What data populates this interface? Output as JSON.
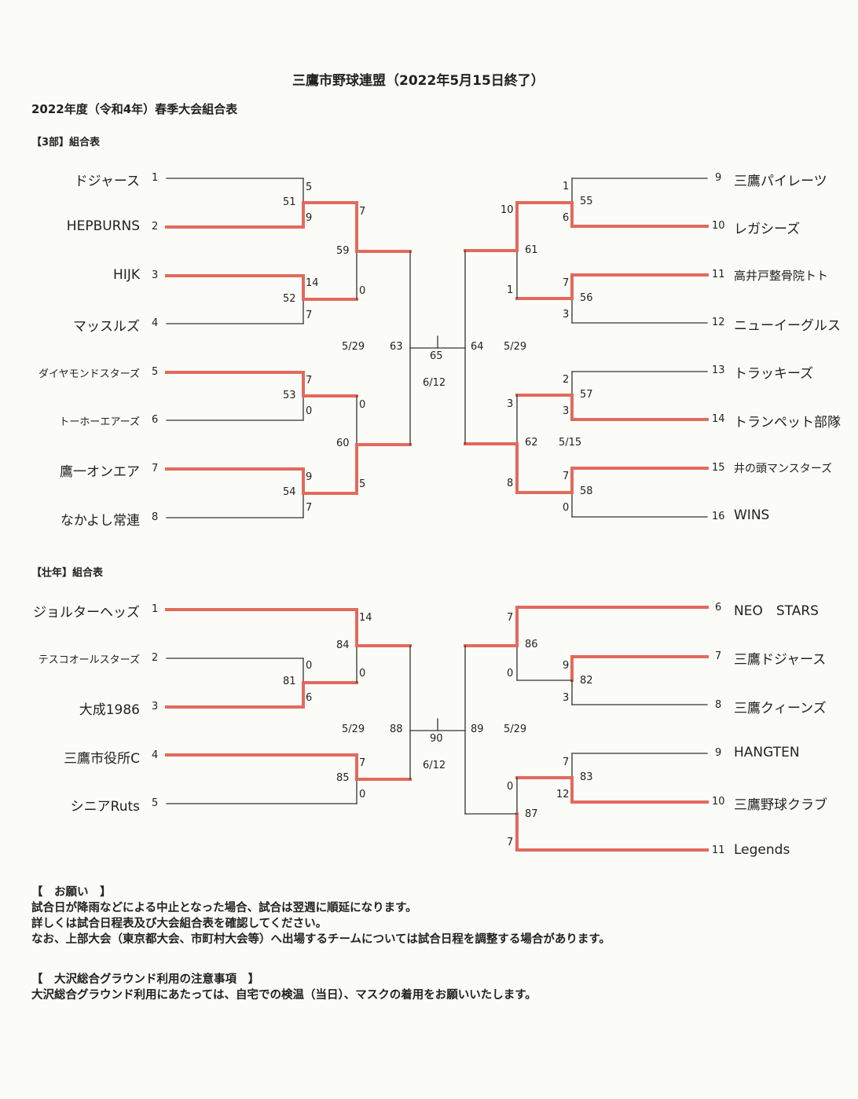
{
  "header": {
    "title": "三鷹市野球連盟（2022年5月15日終了）",
    "subtitle": "2022年度（令和4年）春季大会組合表"
  },
  "colors": {
    "winner": "#e26a5c",
    "line": "#333333"
  },
  "div3": {
    "heading": "【3部】組合表",
    "teams_left": [
      {
        "name": "ドジャース",
        "seed": "1"
      },
      {
        "name": "HEPBURNS",
        "seed": "2"
      },
      {
        "name": "HIJK",
        "seed": "3"
      },
      {
        "name": "マッスルズ",
        "seed": "4"
      },
      {
        "name": "ダイヤモンドスターズ",
        "seed": "5"
      },
      {
        "name": "トーホーエアーズ",
        "seed": "6"
      },
      {
        "name": "鷹一オンエア",
        "seed": "7"
      },
      {
        "name": "なかよし常連",
        "seed": "8"
      }
    ],
    "teams_right": [
      {
        "name": "三鷹パイレーツ",
        "seed": "9"
      },
      {
        "name": "レガシーズ",
        "seed": "10"
      },
      {
        "name": "高井戸整骨院トト",
        "seed": "11"
      },
      {
        "name": "ニューイーグルス",
        "seed": "12"
      },
      {
        "name": "トラッキーズ",
        "seed": "13"
      },
      {
        "name": "トランペット部隊",
        "seed": "14"
      },
      {
        "name": "井の頭マンスターズ",
        "seed": "15"
      },
      {
        "name": "WINS",
        "seed": "16"
      }
    ],
    "matches": {
      "m51": "51",
      "m52": "52",
      "m53": "53",
      "m54": "54",
      "m55": "55",
      "m56": "56",
      "m57": "57",
      "m58": "58",
      "m59": "59",
      "m60": "60",
      "m61": "61",
      "m62": "62",
      "m63": "63",
      "m64": "64",
      "m65": "65"
    },
    "scores": {
      "m51_a": "5",
      "m51_b": "9",
      "m52_a": "14",
      "m52_b": "7",
      "m53_a": "7",
      "m53_b": "0",
      "m54_a": "9",
      "m54_b": "7",
      "m59_a": "7",
      "m59_b": "0",
      "m60_a": "0",
      "m60_b": "5",
      "m55_a": "1",
      "m55_b": "6",
      "m56_a": "7",
      "m56_b": "3",
      "m57_a": "2",
      "m57_b": "3",
      "m58_a": "7",
      "m58_b": "0",
      "m61_a": "10",
      "m61_b": "1",
      "m62_a": "3",
      "m62_b": "8"
    },
    "dates": {
      "left_semi": "5/29",
      "right_semi": "5/29",
      "final": "6/12",
      "m62": "5/15"
    }
  },
  "senior": {
    "heading": "【壮年】組合表",
    "teams_left": [
      {
        "name": "ジョルターヘッズ",
        "seed": "1"
      },
      {
        "name": "テスコオールスターズ",
        "seed": "2"
      },
      {
        "name": "大成1986",
        "seed": "3"
      },
      {
        "name": "三鷹市役所C",
        "seed": "4"
      },
      {
        "name": "シニアRuts",
        "seed": "5"
      }
    ],
    "teams_right": [
      {
        "name": "NEO　STARS",
        "seed": "6"
      },
      {
        "name": "三鷹ドジャース",
        "seed": "7"
      },
      {
        "name": "三鷹クィーンズ",
        "seed": "8"
      },
      {
        "name": "HANGTEN",
        "seed": "9"
      },
      {
        "name": "三鷹野球クラブ",
        "seed": "10"
      },
      {
        "name": "Legends",
        "seed": "11"
      }
    ],
    "matches": {
      "m81": "81",
      "m82": "82",
      "m83": "83",
      "m84": "84",
      "m85": "85",
      "m86": "86",
      "m87": "87",
      "m88": "88",
      "m89": "89",
      "m90": "90"
    },
    "scores": {
      "m84_a": "14",
      "m84_b": "0",
      "m81_a": "0",
      "m81_b": "6",
      "m85_a": "7",
      "m85_b": "0",
      "m82_a": "9",
      "m82_b": "3",
      "m86_a": "7",
      "m86_b": "0",
      "m83_a": "7",
      "m83_b": "12",
      "m87_a": "0",
      "m87_b": "7"
    },
    "dates": {
      "left_semi": "5/29",
      "right_semi": "5/29",
      "final": "6/12"
    }
  },
  "notes": {
    "request_heading": "【　お願い　】",
    "request_lines": [
      "試合日が降雨などによる中止となった場合、試合は翌週に順延になります。",
      "詳しくは試合日程表及び大会組合表を確認してください。",
      "なお、上部大会（東京都大会、市町村大会等）へ出場するチームについては試合日程を調整する場合があります。"
    ],
    "ground_heading": "【　大沢総合グラウンド利用の注意事項　】",
    "ground_lines": [
      "大沢総合グラウンド利用にあたっては、自宅での検温（当日）、マスクの着用をお願いいたします。"
    ]
  }
}
